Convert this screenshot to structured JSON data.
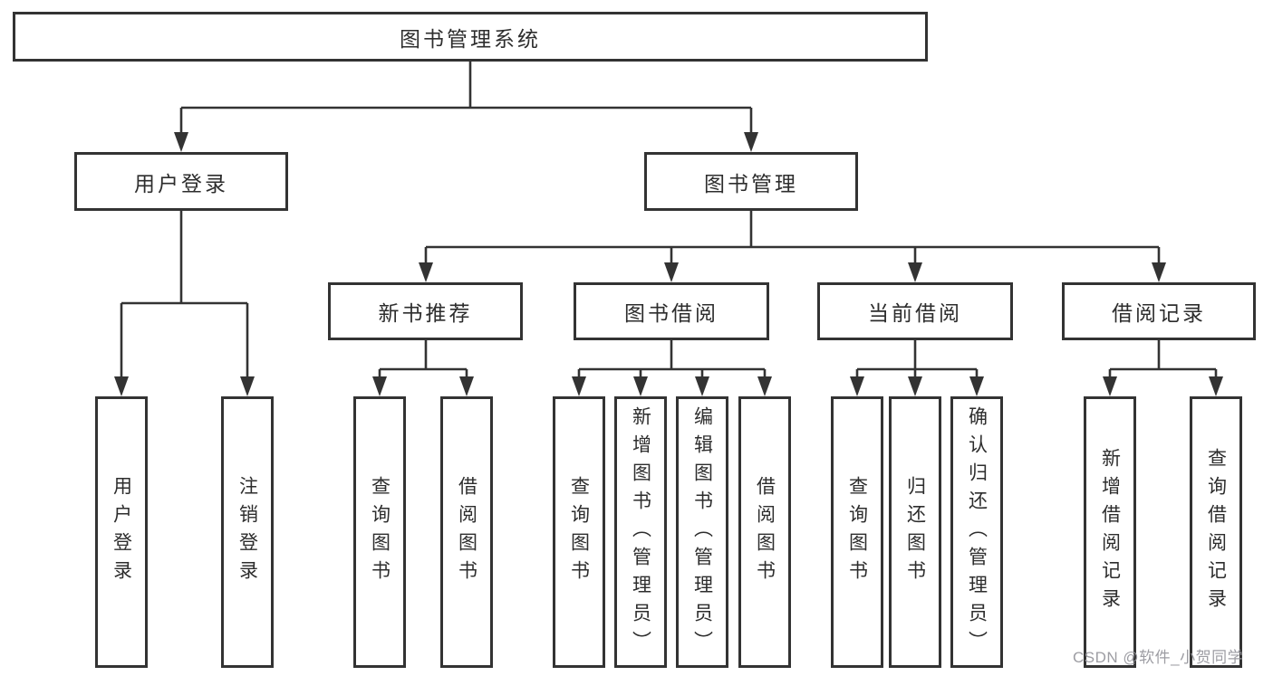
{
  "diagram": {
    "root": {
      "label": "图书管理系统"
    },
    "level1": [
      {
        "label": "用户登录"
      },
      {
        "label": "图书管理"
      }
    ],
    "level2": [
      {
        "label": "新书推荐"
      },
      {
        "label": "图书借阅"
      },
      {
        "label": "当前借阅"
      },
      {
        "label": "借阅记录"
      }
    ],
    "leaves": [
      {
        "label": "用户登录"
      },
      {
        "label": "注销登录"
      },
      {
        "label": "查询图书"
      },
      {
        "label": "借阅图书"
      },
      {
        "label": "查询图书"
      },
      {
        "label": "新增图书（管理员）"
      },
      {
        "label": "编辑图书（管理员）"
      },
      {
        "label": "借阅图书"
      },
      {
        "label": "查询图书"
      },
      {
        "label": "归还图书"
      },
      {
        "label": "确认归还（管理员）"
      },
      {
        "label": "新增借阅记录"
      },
      {
        "label": "查询借阅记录"
      }
    ]
  },
  "watermark": {
    "text": "CSDN @软件_小贺同学"
  },
  "colors": {
    "line": "#333333",
    "text": "#2d2d2d",
    "background": "#ffffff",
    "watermark": "#98989e"
  }
}
